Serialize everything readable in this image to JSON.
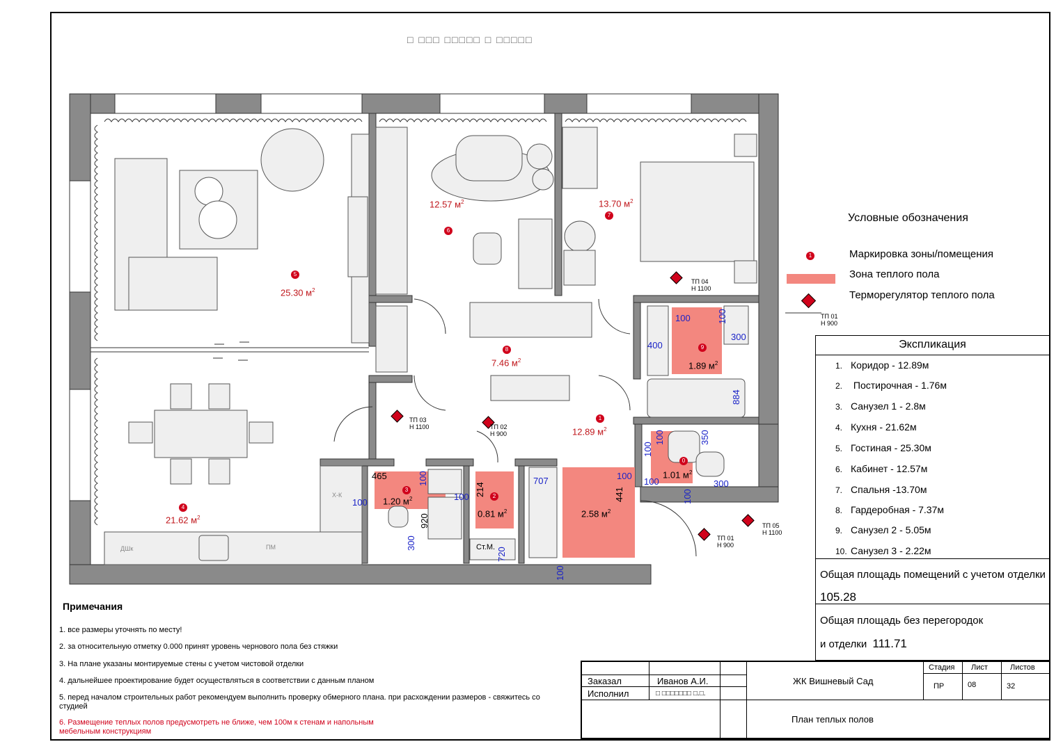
{
  "header_glyphs": "□ □□□ □□□□□ □ □□□□□",
  "legend": {
    "title": "Условные обозначения",
    "zone_marker": "Маркировка зоны/помещения",
    "zone_marker_badge": "1",
    "heated_floor": "Зона теплого пола",
    "thermostat": "Терморегулятор теплого пола",
    "thermostat_tag": "ТП 01",
    "thermostat_height": "Н 900"
  },
  "explication": {
    "title": "Экспликация",
    "items": [
      {
        "n": "1.",
        "text": "Коридор -  12.89м"
      },
      {
        "n": "2.",
        "text": " Постирочная - 1.76м"
      },
      {
        "n": "3.",
        "text": "Санузел 1 - 2.8м"
      },
      {
        "n": "4.",
        "text": "Кухня - 21.62м"
      },
      {
        "n": "5.",
        "text": "Гостиная - 25.30м"
      },
      {
        "n": "6.",
        "text": "Кабинет - 12.57м"
      },
      {
        "n": "7.",
        "text": "Спальня -13.70м"
      },
      {
        "n": "8.",
        "text": "Гардеробная - 7.37м"
      },
      {
        "n": "9.",
        "text": "Санузел 2 - 5.05м"
      },
      {
        "n": "10.",
        "text": "Санузел 3 - 2.22м"
      }
    ]
  },
  "totals": {
    "with_finish_label": "Общая площадь помещений с учетом отделки",
    "with_finish_value": "105.28",
    "without_label_1": "Общая площадь без перегородок",
    "without_label_2": "и отделки",
    "without_value": "111.71"
  },
  "notes": {
    "title": "Примечания",
    "items": [
      "1. все размеры уточнять по месту!",
      "2. за относительную отметку 0.000 принят уровень чернового пола без стяжки",
      "3. На плане указаны монтируемые стены с учетом чистовой отделки",
      "4. дальнейшее проектирование будет осуществляться в соответствии с данным планом",
      "5. перед началом строительных работ рекомендуем выполнить проверку обмерного плана. при расхождении размеров - свяжитесь со студией"
    ],
    "warning": "6. Размещение теплых полов предусмотреть не ближе, чем 100м к стенам и напольным мебельным конструкциям"
  },
  "stamp": {
    "ordered_label": "Заказал",
    "ordered_value": "Иванов А.И.",
    "performed_label": "Исполнил",
    "performed_value": "□ □□□□□□□ □.□.",
    "project": "ЖК Вишневый Сад",
    "sheet_title": "План теплых полов",
    "stage_label": "Стадия",
    "stage_value": "ПР",
    "sheet_label": "Лист",
    "sheet_value": "08",
    "sheets_label": "Листов",
    "sheets_value": "32"
  },
  "rooms": [
    {
      "badge": "1",
      "area": "12.89 м",
      "sup": "2"
    },
    {
      "badge": "2",
      "area": "0.81 м",
      "sup": "2"
    },
    {
      "badge": "3",
      "area": "1.20 м",
      "sup": "2"
    },
    {
      "badge": "4",
      "area": "21.62 м",
      "sup": "2"
    },
    {
      "badge": "5",
      "area": "25.30 м",
      "sup": "2"
    },
    {
      "badge": "6",
      "area": "12.57 м",
      "sup": "2"
    },
    {
      "badge": "7",
      "area": "13.70 м",
      "sup": "2"
    },
    {
      "badge": "8",
      "area": "7.46 м",
      "sup": "2"
    },
    {
      "badge": "9",
      "area": "1.89 м",
      "sup": "2"
    },
    {
      "badge": "0",
      "area": "1.01 м",
      "sup": "2"
    },
    {
      "badge": "",
      "area": "2.58 м",
      "sup": "2"
    }
  ],
  "thermostats": [
    {
      "tag": "ТП 01",
      "h": "Н 900"
    },
    {
      "tag": "ТП 02",
      "h": "Н 900"
    },
    {
      "tag": "ТП 03",
      "h": "Н 1100"
    },
    {
      "tag": "ТП 04",
      "h": "Н 1100"
    },
    {
      "tag": "ТП 05",
      "h": "Н 1100"
    }
  ],
  "dims": [
    "100",
    "300",
    "400",
    "884",
    "350",
    "100",
    "100",
    "300",
    "100",
    "100",
    "707",
    "100",
    "441",
    "100",
    "465",
    "100",
    "100",
    "920",
    "300",
    "214",
    "100",
    "720",
    "100",
    "100"
  ],
  "fixture_labels": {
    "dishwasher": "ДШк",
    "pm": "ПМ",
    "xk": "Х-К",
    "st_m": "Ст.М."
  },
  "colors": {
    "heated_floor": "#f3877f",
    "marker": "#d0021b",
    "dimension": "#1a23c8",
    "wall": "#8a8a8a"
  }
}
